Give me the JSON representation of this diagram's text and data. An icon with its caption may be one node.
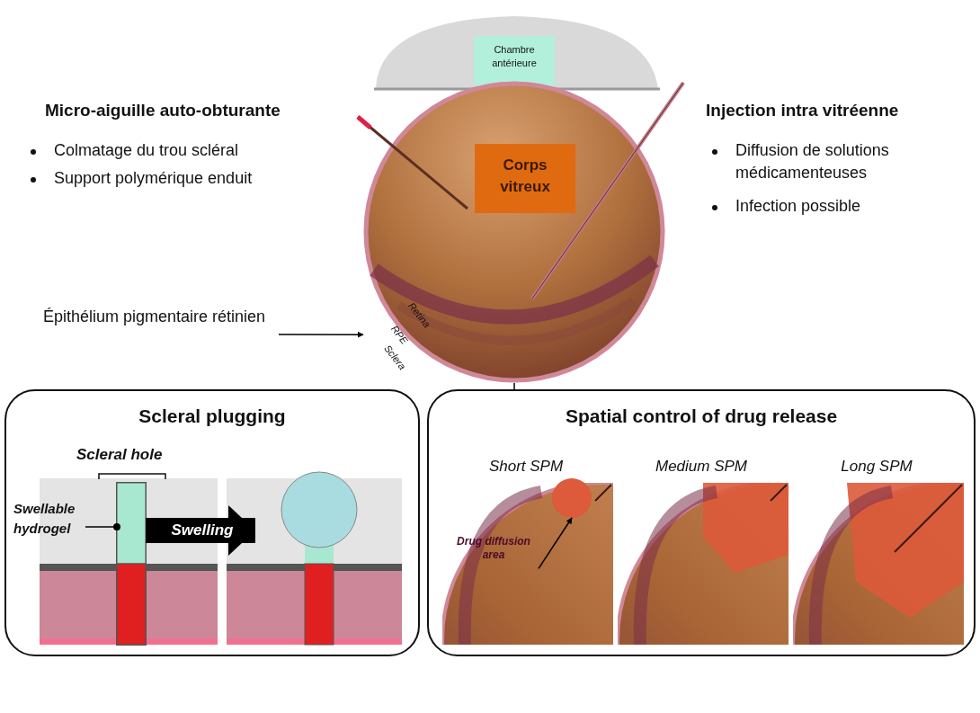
{
  "diagram": {
    "nodes": [
      {
        "text": [
          "Chambre antérieure"
        ]
      },
      {
        "text": [],
        "shape": "picture"
      },
      {
        "text": [
          "Corps vitreux"
        ],
        "in": 1
      },
      {
        "text": [
          "Épithélium pigmentaire rétinien"
        ]
      },
      {
        "text": [
          "Scleral plugging"
        ]
      },
      {
        "text": [
          "Swellable hydrogel"
        ],
        "in": 4
      },
      {
        "text": [],
        "shape": "bar",
        "in": 4
      },
      {
        "text": [],
        "shape": "picture",
        "in": 4
      },
      {
        "text": [
          "Spatial control of drug release"
        ]
      },
      {
        "text": [
          "Drug diffusion area"
        ],
        "in": 8
      },
      {
        "text": [],
        "shape": "circle",
        "in": 8
      }
    ],
    "edges": [
      {
        "from": 3,
        "to": 1,
        "arrow": "to"
      },
      {
        "from": 1,
        "to": 8,
        "arrow": "none"
      },
      {
        "from": 5,
        "to": 6,
        "arrow": "other"
      },
      {
        "from": 6,
        "to": 7,
        "arrow": "to",
        "label": "Swelling",
        "style": "thick"
      },
      {
        "from": 9,
        "to": 10,
        "arrow": "to"
      }
    ],
    "labels": [
      "Micro-aiguille auto-obturante",
      "Colmatage du trou scléral",
      "Support polymérique enduit",
      "Injection intra vitréenne",
      "Diffusion de solutions médicamenteuses",
      "Infection possible",
      "Retina",
      "RPE",
      "Sclera",
      "Scleral hole",
      "Short SPM",
      "Medium SPM",
      "Long SPM"
    ]
  }
}
